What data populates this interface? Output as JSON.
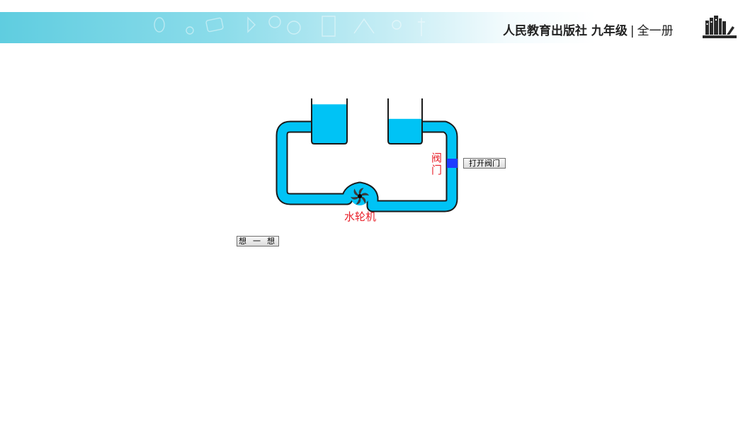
{
  "header": {
    "publisher": "人民教育出版社",
    "grade": "九年级",
    "separator": "|",
    "volume": "全一册",
    "logo_icon": "bookshelf-icon",
    "gradient_start": "#5fcde0",
    "gradient_end": "#ffffff"
  },
  "diagram": {
    "valve_label": "阀门",
    "turbine_label": "水轮机",
    "water_color": "#00c3f5",
    "valve_color": "#1e3cff",
    "label_color": "#e8202a",
    "left_container_level": 0.87,
    "right_container_level": 0.55
  },
  "buttons": {
    "open_valve": "打开阀门",
    "think": "想 一 想"
  }
}
